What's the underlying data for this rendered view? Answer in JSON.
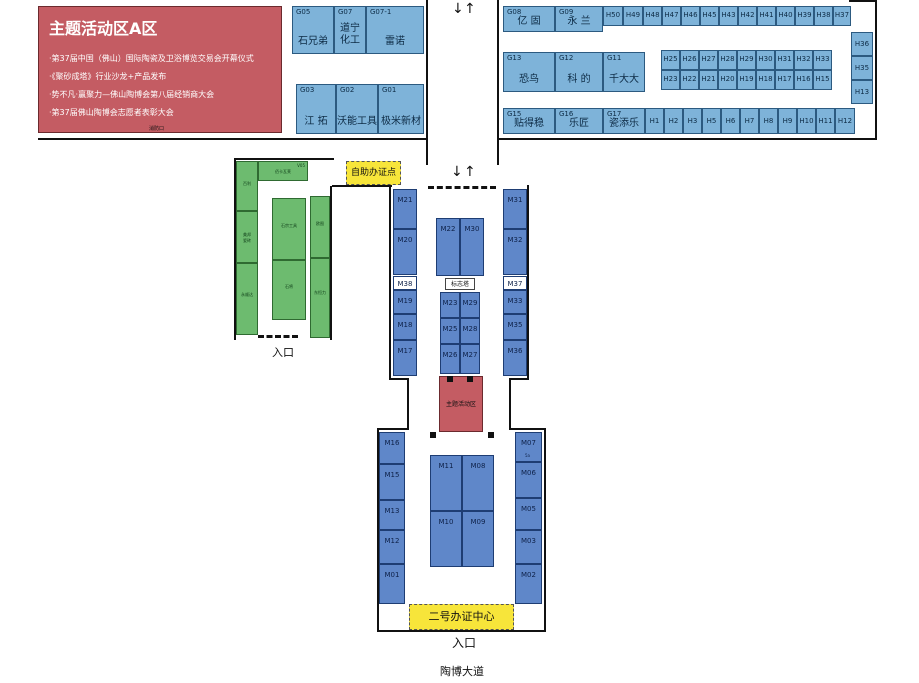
{
  "theme_area": {
    "title": "主题活动区A区",
    "events": [
      "·第37届中国（佛山）国际陶瓷及卫浴博览交易会开幕仪式",
      "·《聚砂成塔》行业沙龙+产品发布",
      "·势不凡·赢聚力—佛山陶博会第八届经销商大会",
      "·第37届佛山陶博会志愿者表彰大会"
    ],
    "fire_exit": "消防口"
  },
  "g_booths": [
    {
      "code": "G05",
      "name": "石兄弟"
    },
    {
      "code": "G07",
      "name": "道宁\n化工"
    },
    {
      "code": "G07-1",
      "name": "雷诺"
    },
    {
      "code": "G03",
      "name": "江 拓"
    },
    {
      "code": "G02",
      "name": "沃能工具"
    },
    {
      "code": "G01",
      "name": "极米新材"
    },
    {
      "code": "G08",
      "name": "亿 固"
    },
    {
      "code": "G09",
      "name": "永 兰"
    },
    {
      "code": "G13",
      "name": "恐鸟"
    },
    {
      "code": "G12",
      "name": "科 的"
    },
    {
      "code": "G11",
      "name": "千大大"
    },
    {
      "code": "G15",
      "name": "贴得稳"
    },
    {
      "code": "G16",
      "name": "乐匠"
    },
    {
      "code": "G17",
      "name": "瓷添乐"
    }
  ],
  "h_row_top": [
    "H50",
    "H49",
    "H48",
    "H47",
    "H46",
    "H45",
    "H43",
    "H42",
    "H41",
    "H40",
    "H39",
    "H38",
    "H37"
  ],
  "h_row_mid1": [
    "H25",
    "H26",
    "H27",
    "H28",
    "H29",
    "H30",
    "H31",
    "H32",
    "H33"
  ],
  "h_row_mid2": [
    "H23",
    "H22",
    "H21",
    "H20",
    "H19",
    "H18",
    "H17",
    "H16",
    "H15"
  ],
  "h_row_bottom": [
    "H1",
    "H2",
    "H3",
    "H5",
    "H6",
    "H7",
    "H8",
    "H9",
    "H10",
    "H11",
    "H12"
  ],
  "h_col_right": [
    "H36",
    "H35",
    "H13"
  ],
  "m_left": [
    "M21",
    "M20",
    "M38",
    "M19",
    "M18",
    "M17"
  ],
  "m_right": [
    "M31",
    "M32",
    "M37",
    "M33",
    "M35",
    "M36"
  ],
  "m_center": {
    "m22": "M22",
    "m30": "M30",
    "m23": "M23",
    "m29": "M29",
    "m25": "M25",
    "m28": "M28",
    "m26": "M26",
    "m27": "M27"
  },
  "sign_tower": "标志塔",
  "center_activity": "主题活动区",
  "m_lower_left": [
    "M16",
    "M15",
    "M13",
    "M12",
    "M01"
  ],
  "m_lower_right": [
    "M07",
    "M06",
    "M05",
    "M03",
    "M02"
  ],
  "m_lower_right_sub": "5a",
  "m_lower_center": {
    "m11": "M11",
    "m08": "M08",
    "m10": "M10",
    "m09": "M09"
  },
  "green_booths": {
    "top": "佰卡瓦莱",
    "top_small": "V05",
    "left1": "百利",
    "left2": "美邦\n瓷砖",
    "left3": "永顺达",
    "mid_top": "石宗工具",
    "mid_bottom": "石将",
    "right1": "欧图",
    "right2": "东恒力"
  },
  "self_service": "自助办证点",
  "office2": "二号办证中心",
  "entrance": "入口",
  "road": "陶博大道"
}
